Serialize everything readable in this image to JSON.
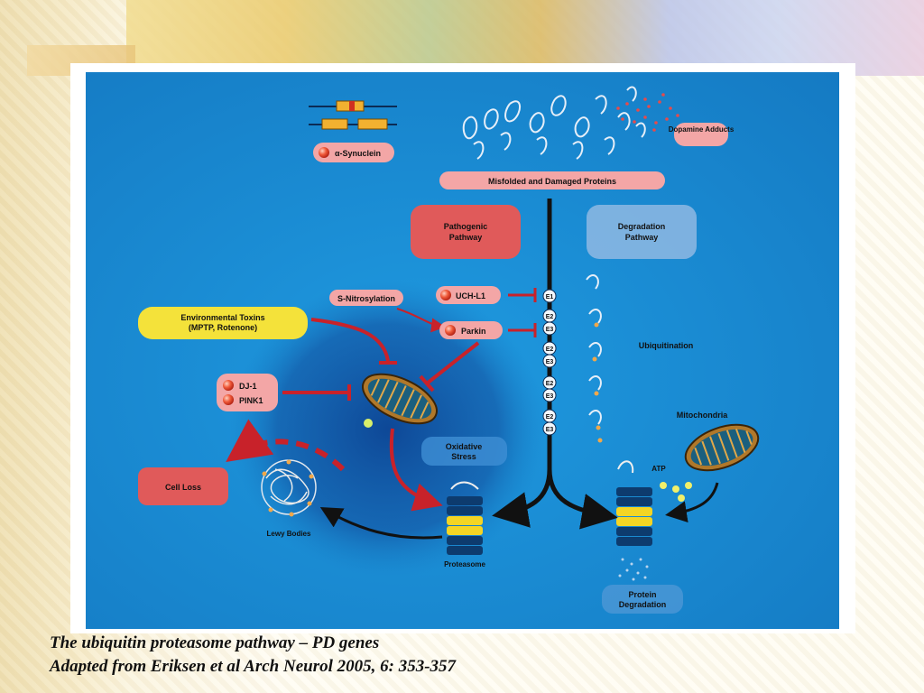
{
  "diagram": {
    "labels": {
      "alpha_synuclein": "α-Synuclein",
      "dopamine_adducts": "Dopamine Adducts",
      "misfolded": "Misfolded and Damaged Proteins",
      "pathogenic_line1": "Pathogenic",
      "pathogenic_line2": "Pathway",
      "degradation_line1": "Degradation",
      "degradation_line2": "Pathway",
      "s_nitrosylation": "S-Nitrosylation",
      "uch_l1": "UCH-L1",
      "parkin": "Parkin",
      "env_toxins_line1": "Environmental Toxins",
      "env_toxins_line2": "(MPTP, Rotenone)",
      "dj1": "DJ-1",
      "pink1": "PINK1",
      "ubiquitination": "Ubiquitination",
      "mitochondria": "Mitochondria",
      "atp": "ATP",
      "oxidative_line1": "Oxidative",
      "oxidative_line2": "Stress",
      "cell_loss": "Cell Loss",
      "lewy_bodies": "Lewy Bodies",
      "proteasome": "Proteasome",
      "protein_degradation_line1": "Protein",
      "protein_degradation_line2": "Degradation"
    },
    "enzymes": [
      "E1",
      "E2",
      "E3",
      "E2",
      "E3",
      "E2",
      "E3",
      "E2",
      "E3"
    ]
  },
  "caption": {
    "line1": "The ubiquitin proteasome pathway – PD genes",
    "line2": "Adapted from Eriksen et al Arch Neurol 2005, 6: 353-357"
  },
  "colors": {
    "figure_background": "#1c8fd6",
    "red_box": "#e05a5a",
    "yellow_box": "#f4e23a",
    "arrow_red": "#c8222a"
  }
}
